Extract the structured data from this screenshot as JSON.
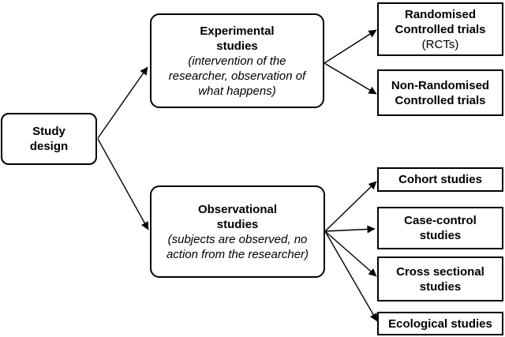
{
  "colors": {
    "stroke": "#000000",
    "background": "#ffffff",
    "text": "#000000"
  },
  "nodes": {
    "study_design": {
      "lines": [
        "Study",
        "design"
      ]
    },
    "experimental": {
      "title_lines": [
        "Experimental",
        "studies"
      ],
      "desc_lines": [
        "(intervention of the",
        "researcher, observation of",
        "what happens)"
      ]
    },
    "observational": {
      "title_lines": [
        "Observational",
        "studies"
      ],
      "desc_lines": [
        "(subjects are observed, no",
        "action from the researcher)"
      ]
    },
    "randomised": {
      "title_lines": [
        "Randomised",
        "Controlled trials"
      ],
      "note": "(RCTs)"
    },
    "non_randomised": {
      "title_lines": [
        "Non-Randomised",
        "Controlled trials"
      ]
    },
    "cohort": {
      "title_lines": [
        "Cohort studies"
      ]
    },
    "case_control": {
      "title_lines": [
        "Case-control",
        "studies"
      ]
    },
    "cross_sectional": {
      "title_lines": [
        "Cross sectional",
        "studies"
      ]
    },
    "ecological": {
      "title_lines": [
        "Ecological studies"
      ]
    }
  },
  "edges": [
    {
      "from": "study_design",
      "to": "experimental"
    },
    {
      "from": "study_design",
      "to": "observational"
    },
    {
      "from": "experimental",
      "to": "randomised"
    },
    {
      "from": "experimental",
      "to": "non_randomised"
    },
    {
      "from": "observational",
      "to": "cohort"
    },
    {
      "from": "observational",
      "to": "case_control"
    },
    {
      "from": "observational",
      "to": "cross_sectional"
    },
    {
      "from": "observational",
      "to": "ecological"
    }
  ]
}
